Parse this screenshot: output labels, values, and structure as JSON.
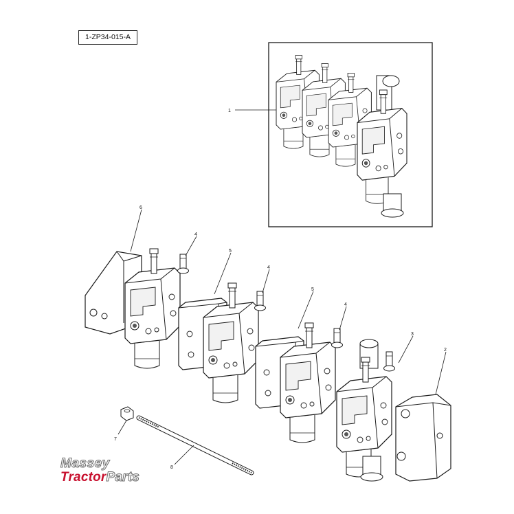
{
  "figure": {
    "reference_code": "1-ZP34-015-A",
    "callouts": [
      {
        "id": "c1",
        "label": "1"
      },
      {
        "id": "c2",
        "label": "2"
      },
      {
        "id": "c3",
        "label": "3"
      },
      {
        "id": "c4a",
        "label": "4"
      },
      {
        "id": "c4b",
        "label": "4"
      },
      {
        "id": "c4c",
        "label": "4"
      },
      {
        "id": "c5a",
        "label": "5"
      },
      {
        "id": "c5b",
        "label": "5"
      },
      {
        "id": "c6",
        "label": "6"
      },
      {
        "id": "c7",
        "label": "7"
      },
      {
        "id": "c8",
        "label": "8"
      }
    ]
  },
  "logo": {
    "line1": "Massey",
    "line2_part1": "Tractor",
    "line2_part2": "Parts",
    "colors": {
      "red": "#c8102e",
      "outline": "#6a6a6a"
    }
  },
  "style": {
    "line": "#1a1a1a",
    "fill": "#ffffff",
    "shade": "#e9e9e9"
  }
}
